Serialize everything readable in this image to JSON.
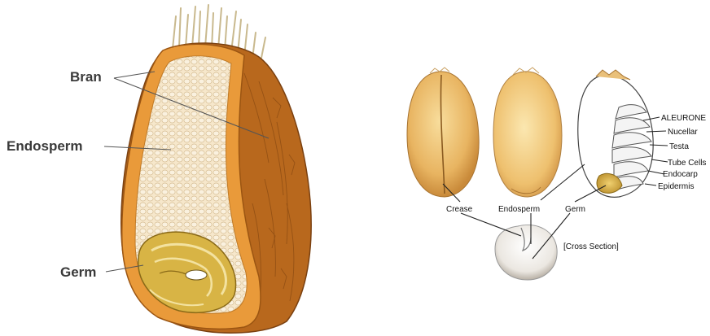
{
  "left_diagram": {
    "labels": {
      "bran": "Bran",
      "endosperm": "Endosperm",
      "germ": "Germ"
    },
    "colors": {
      "bran_outer": "#b8681d",
      "bran_inner": "#e99a3a",
      "endosperm_fill": "#f4e4c5",
      "germ_fill": "#d8b445"
    }
  },
  "right_diagram": {
    "layer_labels": [
      "ALEURONE",
      "Nucellar",
      "Testa",
      "Tube Cells",
      "Endocarp",
      "Epidermis"
    ],
    "labels": {
      "crease": "Crease",
      "endosperm": "Endosperm",
      "germ": "Germ",
      "cross_section": "[Cross Section]"
    },
    "colors": {
      "kernel": "#e9b966",
      "kernel_light": "#f7dfa2"
    }
  }
}
